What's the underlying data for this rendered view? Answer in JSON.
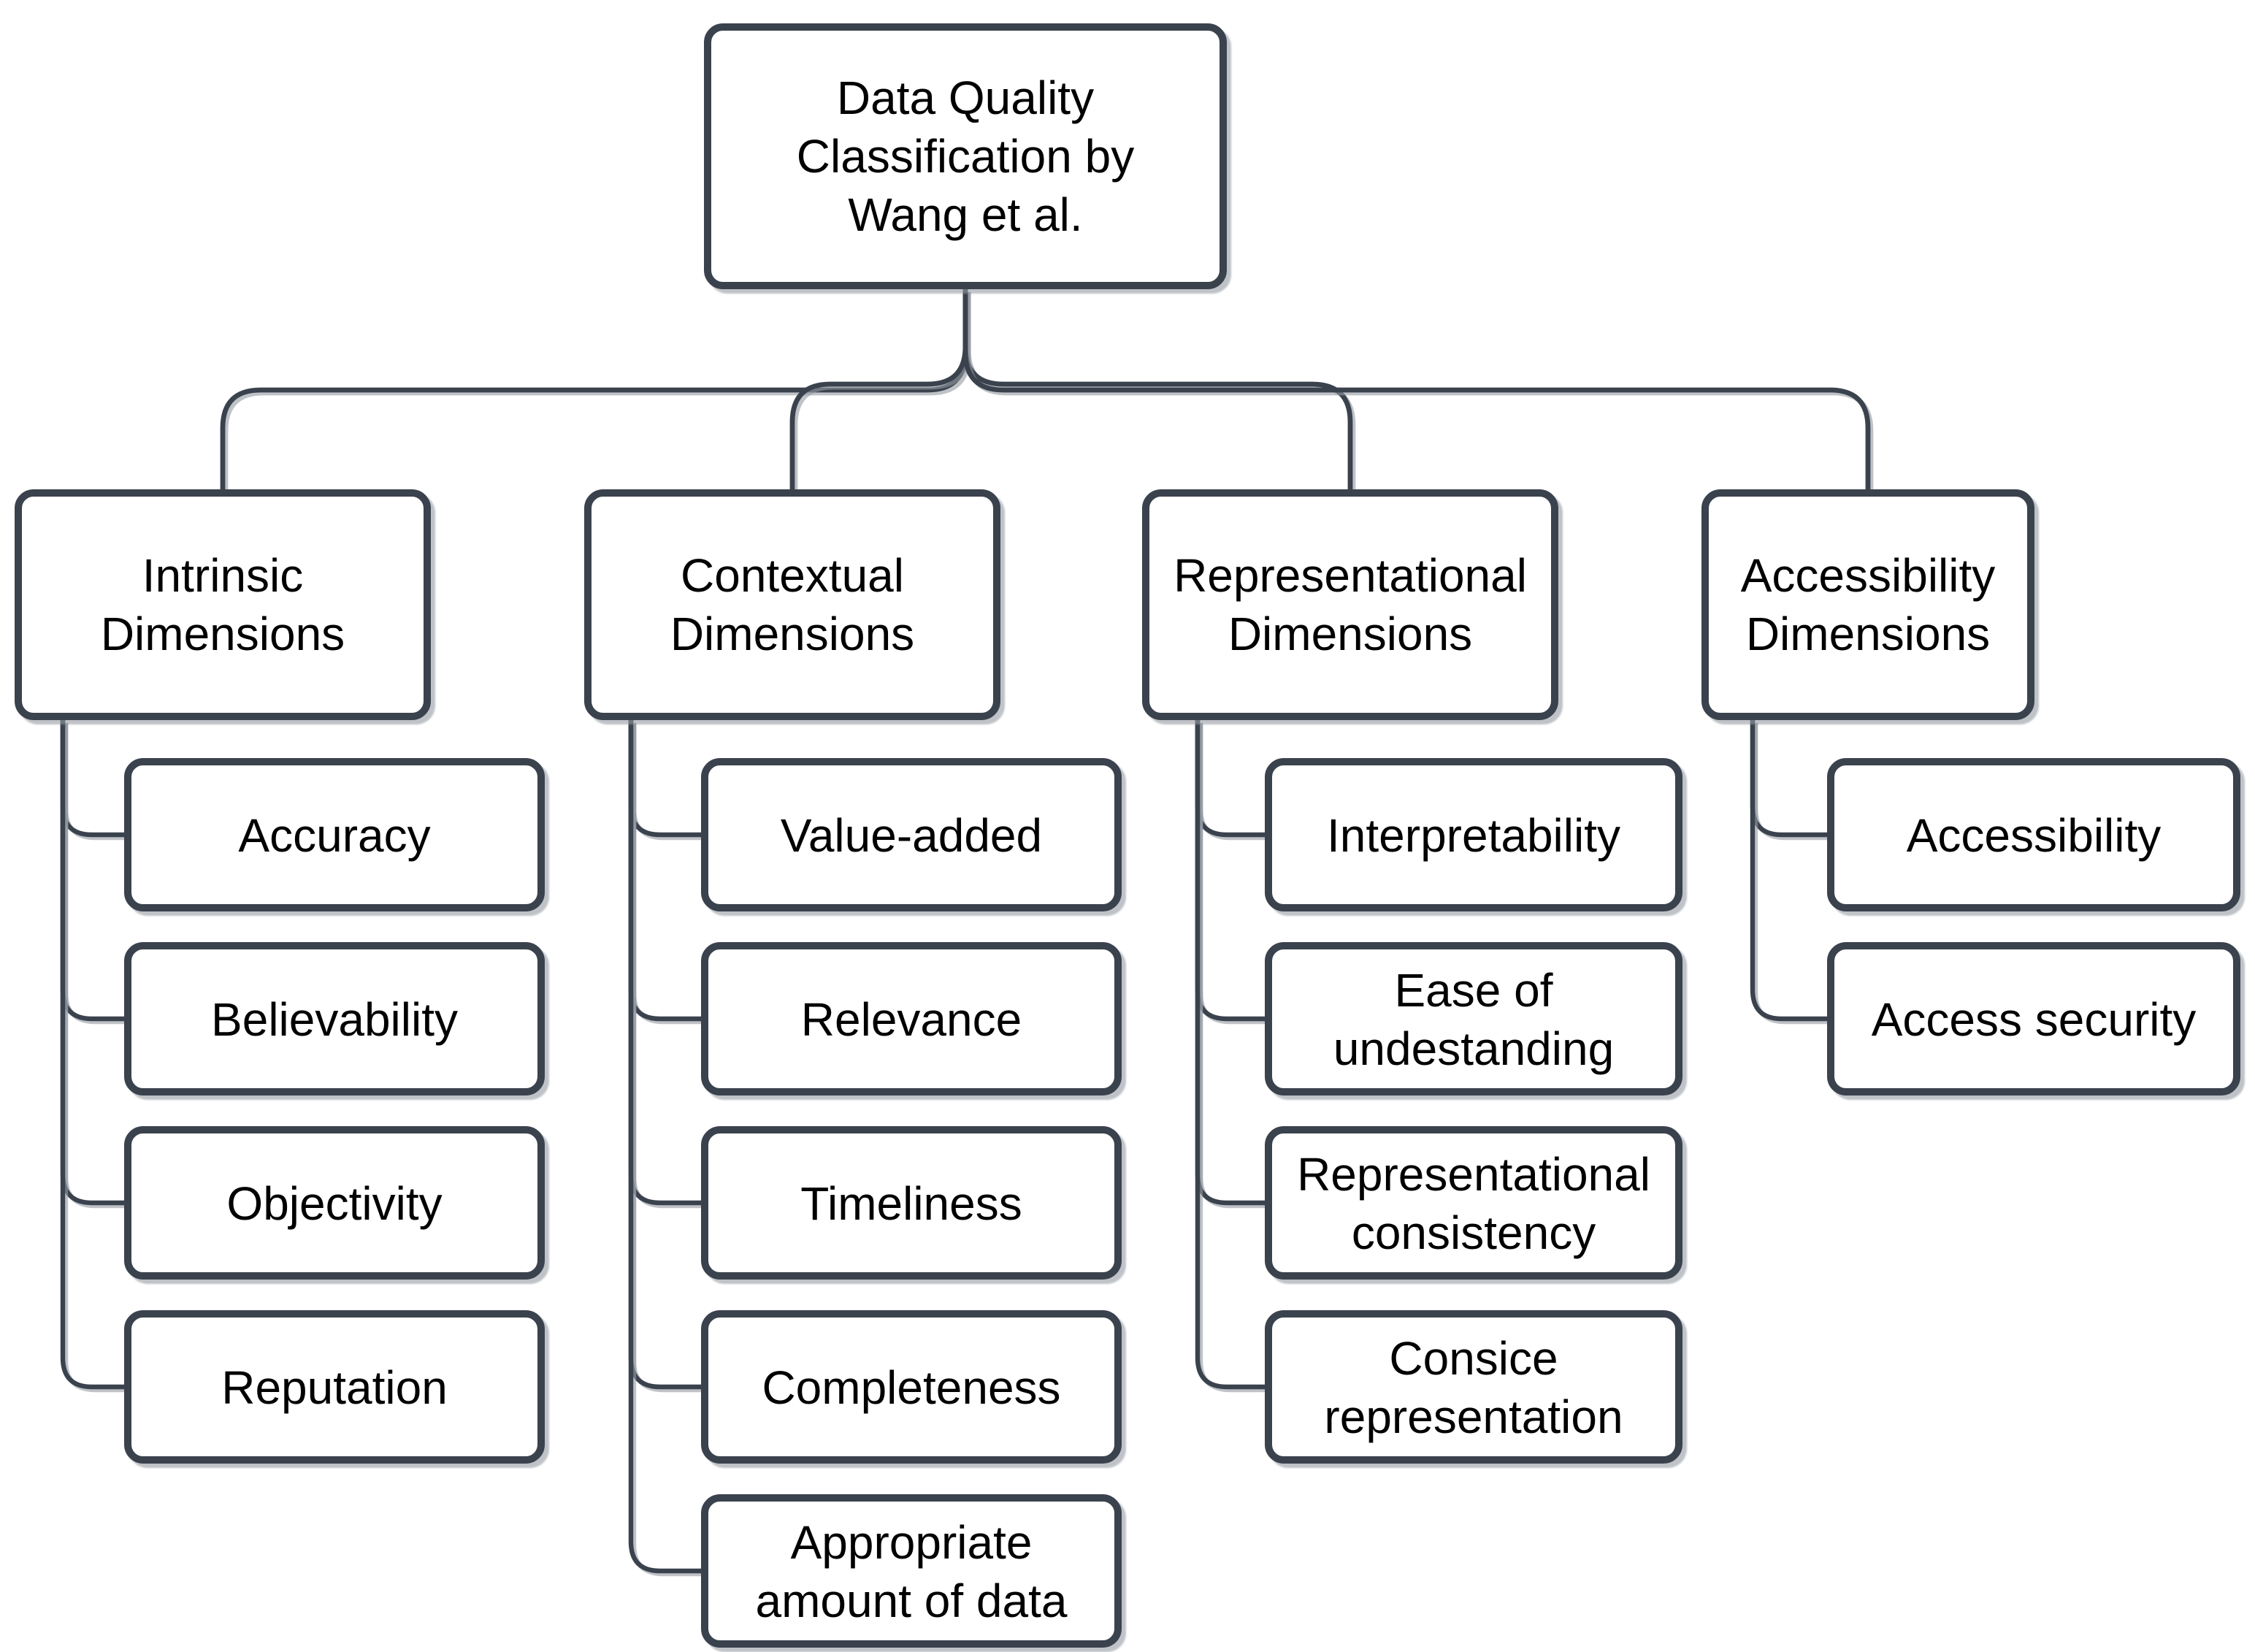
{
  "page_title": "Data Quality Classification by Wang et al.",
  "colors": {
    "stroke": "#3A424D",
    "box_fill": "#FFFFFF",
    "text": "#000000",
    "background": "#FFFFFF"
  },
  "root": {
    "label": "Data Quality\nClassification by\nWang et al."
  },
  "categories": [
    {
      "id": "intrinsic",
      "label": "Intrinsic Dimensions",
      "children": [
        "Accuracy",
        "Believability",
        "Objectivity",
        "Reputation"
      ]
    },
    {
      "id": "contextual",
      "label": "Contextual Dimensions",
      "children": [
        "Value-added",
        "Relevance",
        "Timeliness",
        "Completeness",
        "Appropriate amount of data"
      ]
    },
    {
      "id": "representational",
      "label": "Representational Dimensions",
      "children": [
        "Interpretability",
        "Ease of undestanding",
        "Representational consistency",
        "Consice representation"
      ]
    },
    {
      "id": "accessibility",
      "label": "Accessibility Dimensions",
      "children": [
        "Accessibility",
        "Access security"
      ]
    }
  ]
}
